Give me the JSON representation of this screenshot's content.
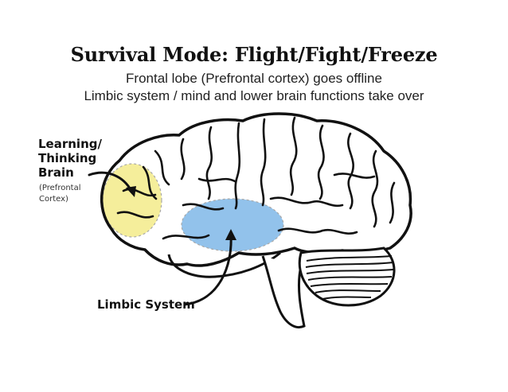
{
  "title": "Survival Mode: Flight/Fight/Freeze",
  "subtitle_lines": [
    "Frontal lobe (Prefrontal cortex) goes offline",
    "Limbic system / mind and lower brain functions take over"
  ],
  "labels": {
    "prefrontal_line1": "Learning/",
    "prefrontal_line2": "Thinking",
    "prefrontal_line3": "Brain",
    "prefrontal_sub1": "(Prefrontal",
    "prefrontal_sub2": "Cortex)",
    "limbic": "Limbic System"
  },
  "colors": {
    "prefrontal_highlight": "#f4ec8a",
    "limbic_highlight": "#7fb8e8",
    "outline": "#111111"
  }
}
